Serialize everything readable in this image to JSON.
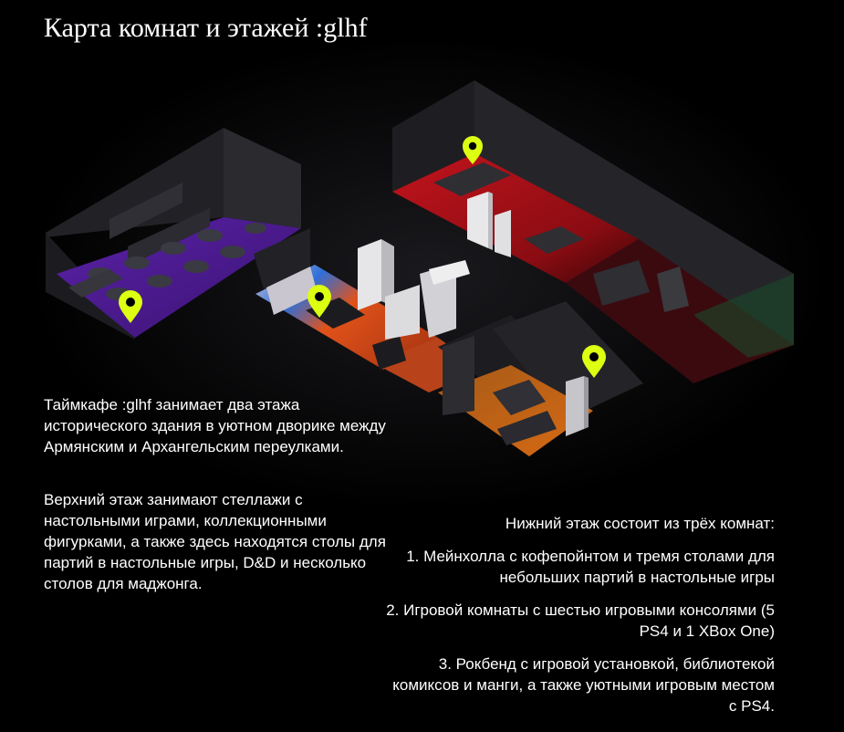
{
  "title": "Карта комнат и этажей :glhf",
  "intro": {
    "p1": "Таймкафе :glhf занимает два этажа исторического здания в уютном дворике между Армянским  и Архангельским переулками.",
    "p2": "Верхний этаж занимают стеллажи с настольными играми, коллекционными фигурками, а также здесь находятся столы для партий в настольные игры, D&D и несколько столов для маджонга."
  },
  "lower_floor": {
    "heading": "Нижний этаж состоит из трёх комнат:",
    "items": [
      "1. Мейнхолла с кофепойнтом и тремя столами для небольших партий в настольные игры",
      "2. Игровой комнаты с шестью игровыми консолями (5 PS4 и 1 XBox One)",
      "3. Рокбенд с игровой установкой, библиотекой комиксов и манги, а также уютными игровым местом с PS4."
    ]
  },
  "colors": {
    "background": "#000000",
    "pin": "#dcff12",
    "upper_floor": "#4a1a8c",
    "red_room": "#b5121b",
    "orange_room": "#d9531e",
    "blue_room": "#2a74d8",
    "walls": "#2b2b2e"
  },
  "icons": [
    "map-pin-icon"
  ]
}
